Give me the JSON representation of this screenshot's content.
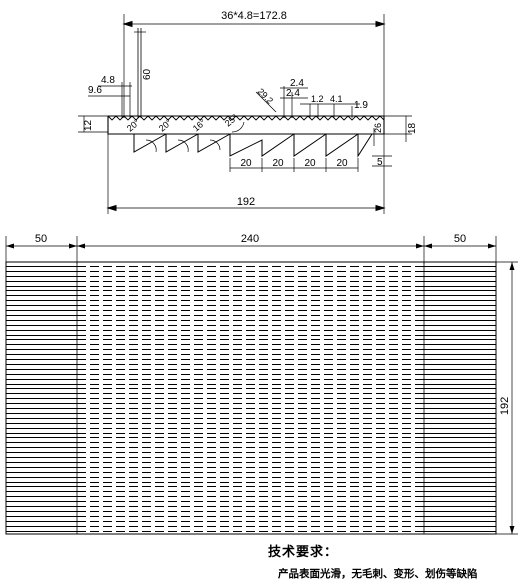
{
  "profile_view": {
    "pitch_dim": "36*4.8=172.8",
    "overall_width": "192",
    "pitch_small": "4.8",
    "offset": "9.6",
    "vertical_60": "60",
    "thickness": "12",
    "height_right": "18",
    "gap_24_a": "2.4",
    "gap_24_b": "2.4",
    "small_12": "1.2",
    "small_41": "4.1",
    "small_19": "1.9",
    "angle_29_2": "29.2",
    "height_26": "26",
    "right_5": "5",
    "angle_labels": [
      "20°",
      "20°",
      "16°",
      "25°"
    ],
    "spacing_labels": [
      "20",
      "20",
      "20",
      "20"
    ]
  },
  "plan_view": {
    "left_margin": "50",
    "center_width": "240",
    "right_margin": "50",
    "height": "192"
  },
  "tech_notes": {
    "title": "技术要求：",
    "line": "产品表面光滑，无毛刺、变形、划伤等缺陷"
  }
}
